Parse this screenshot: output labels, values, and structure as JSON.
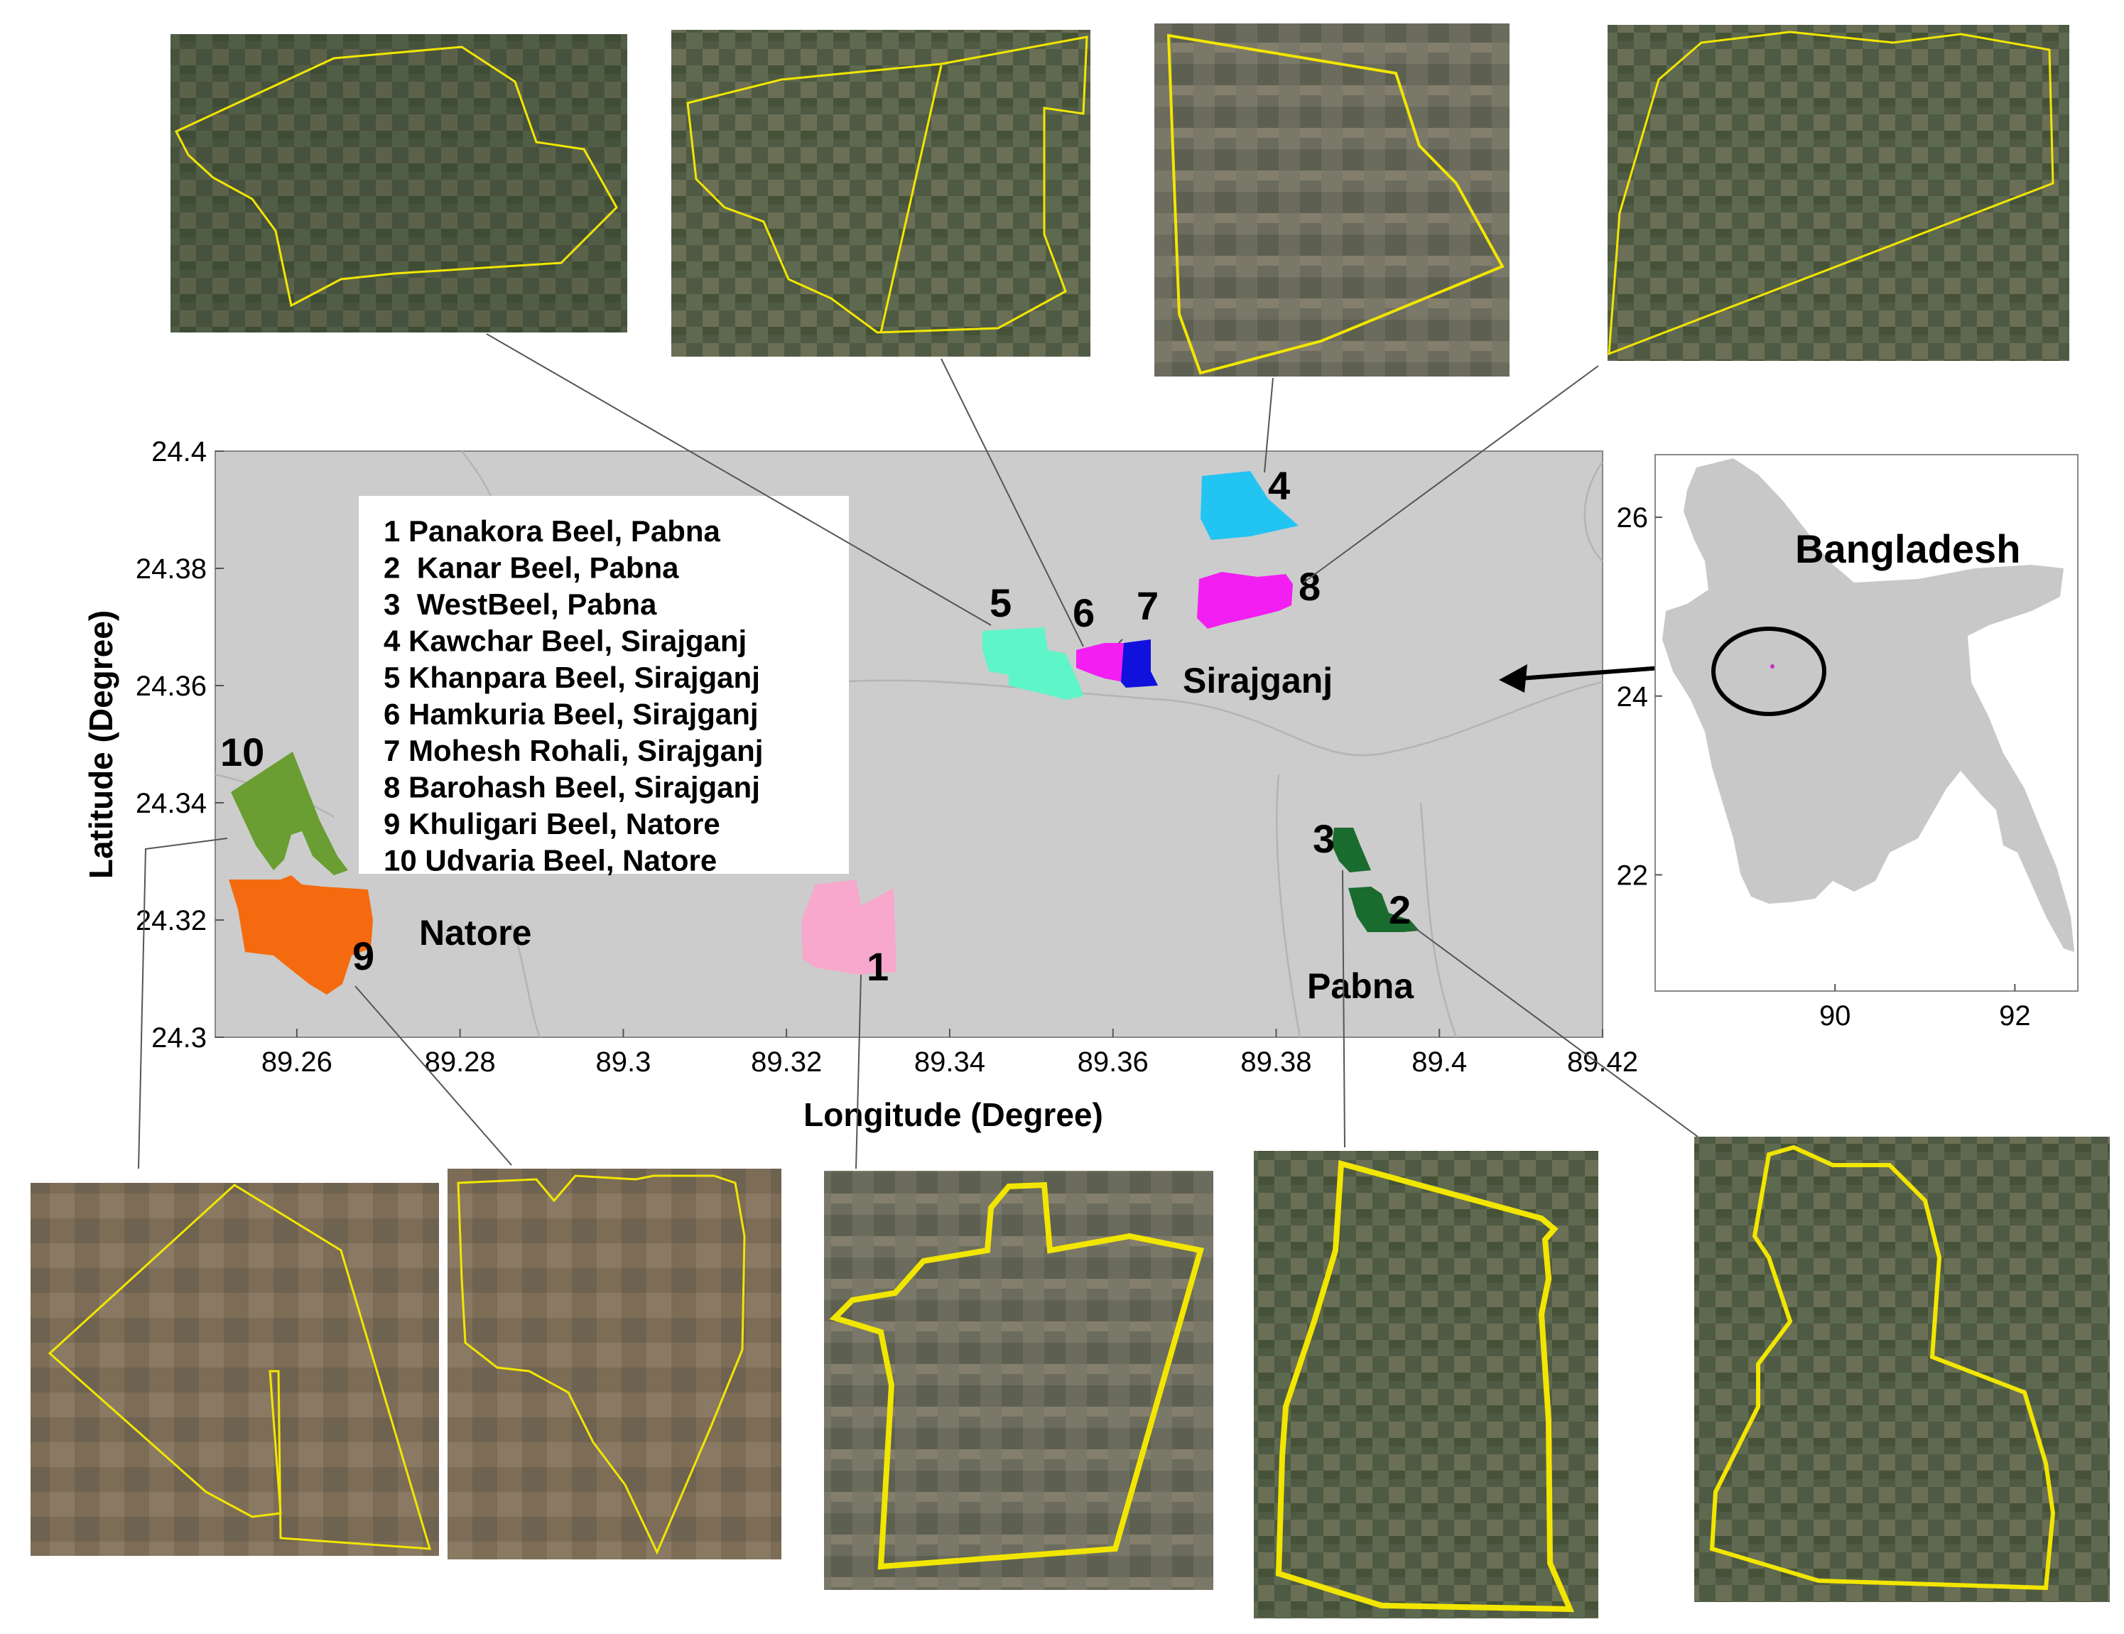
{
  "main_map": {
    "xlabel": "Longitude (Degree)",
    "ylabel": "Latitude (Degree)",
    "x_ticks": [
      "89.26",
      "89.28",
      "89.3",
      "89.32",
      "89.34",
      "89.36",
      "89.38",
      "89.4",
      "89.42"
    ],
    "y_ticks": [
      "24.4",
      "24.38",
      "24.36",
      "24.34",
      "24.32",
      "24.3"
    ],
    "xlim": [
      89.25,
      89.42
    ],
    "ylim": [
      24.3,
      24.4
    ],
    "background_color": "#cccccc",
    "district_labels": [
      "Sirajganj",
      "Natore",
      "Pabna"
    ]
  },
  "legend": {
    "entries": [
      "1 Panakora Beel, Pabna",
      "2  Kanar Beel, Pabna",
      "3  WestBeel, Pabna",
      "4 Kawchar Beel, Sirajganj",
      "5 Khanpara Beel, Sirajganj",
      "6 Hamkuria Beel, Sirajganj",
      "7 Mohesh Rohali, Sirajganj",
      "8 Barohash Beel, Sirajganj",
      "9 Khuligari Beel, Natore",
      "10 Udvaria Beel, Natore"
    ]
  },
  "beels": [
    {
      "id": "1",
      "color": "#f7a8cc"
    },
    {
      "id": "2",
      "color": "#1a6b2e"
    },
    {
      "id": "3",
      "color": "#1a6b2e"
    },
    {
      "id": "4",
      "color": "#22c4f2"
    },
    {
      "id": "5",
      "color": "#5ef5c8"
    },
    {
      "id": "6",
      "color": "#f21ef2"
    },
    {
      "id": "7",
      "color": "#1111dd"
    },
    {
      "id": "8",
      "color": "#f21ef2"
    },
    {
      "id": "9",
      "color": "#f56a0f"
    },
    {
      "id": "10",
      "color": "#6a9e32"
    }
  ],
  "inset": {
    "title": "Bangladesh",
    "x_ticks": [
      "90",
      "92"
    ],
    "y_ticks": [
      "26",
      "24",
      "22"
    ],
    "xlim": [
      88.0,
      92.7
    ],
    "ylim": [
      20.7,
      26.7
    ]
  },
  "colors": {
    "boundary_yellow": "#f2e600",
    "connector": "#555555",
    "country_fill": "#c8c8c8"
  }
}
